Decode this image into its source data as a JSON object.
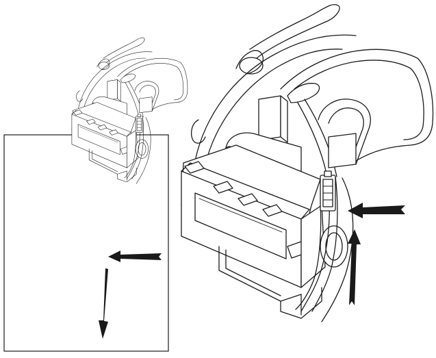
{
  "figure": {
    "type": "patent-style line drawing",
    "panels": [
      {
        "id": "inset",
        "framed": true,
        "arrows": [
          "pointing-left",
          "pointing-down"
        ]
      },
      {
        "id": "enlarged",
        "framed": false,
        "arrows": [
          "pointing-left",
          "pointing-up"
        ]
      }
    ],
    "colors": {
      "line": "#1a1a1a",
      "background": "#ffffff"
    }
  }
}
